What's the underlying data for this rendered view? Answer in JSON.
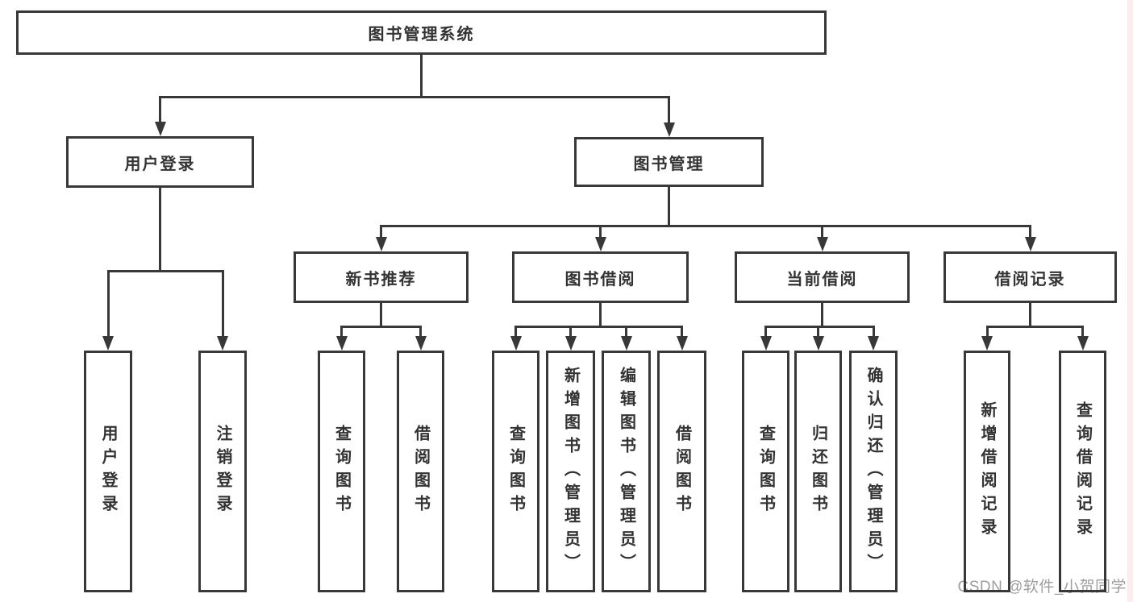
{
  "watermark": "CSDN @软件_小贺同学",
  "colors": {
    "line": "#383838",
    "text": "#333333",
    "watermark": "#9e9e9e",
    "right_strip": "#fcecec",
    "background": "#ffffff"
  },
  "diagram": {
    "title": "图书管理系统",
    "nodes": [
      {
        "id": "root",
        "label": "图书管理系统",
        "parent": null,
        "orientation": "horizontal"
      },
      {
        "id": "user-login",
        "label": "用户登录",
        "parent": "root",
        "orientation": "horizontal"
      },
      {
        "id": "book-management",
        "label": "图书管理",
        "parent": "root",
        "orientation": "horizontal"
      },
      {
        "id": "new-book-recommend",
        "label": "新书推荐",
        "parent": "book-management",
        "orientation": "horizontal"
      },
      {
        "id": "book-borrow",
        "label": "图书借阅",
        "parent": "book-management",
        "orientation": "horizontal"
      },
      {
        "id": "current-borrow",
        "label": "当前借阅",
        "parent": "book-management",
        "orientation": "horizontal"
      },
      {
        "id": "borrow-records",
        "label": "借阅记录",
        "parent": "book-management",
        "orientation": "horizontal"
      },
      {
        "id": "leaf-user-login",
        "label": "用户登录",
        "parent": "user-login",
        "orientation": "vertical"
      },
      {
        "id": "leaf-logout-login",
        "label": "注销登录",
        "parent": "user-login",
        "orientation": "vertical"
      },
      {
        "id": "leaf-query-books-recommend",
        "label": "查询图书",
        "parent": "new-book-recommend",
        "orientation": "vertical"
      },
      {
        "id": "leaf-borrow-books-recommend",
        "label": "借阅图书",
        "parent": "new-book-recommend",
        "orientation": "vertical"
      },
      {
        "id": "leaf-query-books-borrow",
        "label": "查询图书",
        "parent": "book-borrow",
        "orientation": "vertical"
      },
      {
        "id": "leaf-add-books-admin",
        "label": "新增图书（管理员）",
        "parent": "book-borrow",
        "orientation": "vertical"
      },
      {
        "id": "leaf-edit-books-admin",
        "label": "编辑图书（管理员）",
        "parent": "book-borrow",
        "orientation": "vertical"
      },
      {
        "id": "leaf-borrow-books",
        "label": "借阅图书",
        "parent": "book-borrow",
        "orientation": "vertical"
      },
      {
        "id": "leaf-query-books-current",
        "label": "查询图书",
        "parent": "current-borrow",
        "orientation": "vertical"
      },
      {
        "id": "leaf-return-books",
        "label": "归还图书",
        "parent": "current-borrow",
        "orientation": "vertical"
      },
      {
        "id": "leaf-confirm-return-admin",
        "label": "确认归还（管理员）",
        "parent": "current-borrow",
        "orientation": "vertical"
      },
      {
        "id": "leaf-add-borrow-record",
        "label": "新增借阅记录",
        "parent": "borrow-records",
        "orientation": "vertical"
      },
      {
        "id": "leaf-query-borrow-record",
        "label": "查询借阅记录",
        "parent": "borrow-records",
        "orientation": "vertical"
      }
    ]
  }
}
